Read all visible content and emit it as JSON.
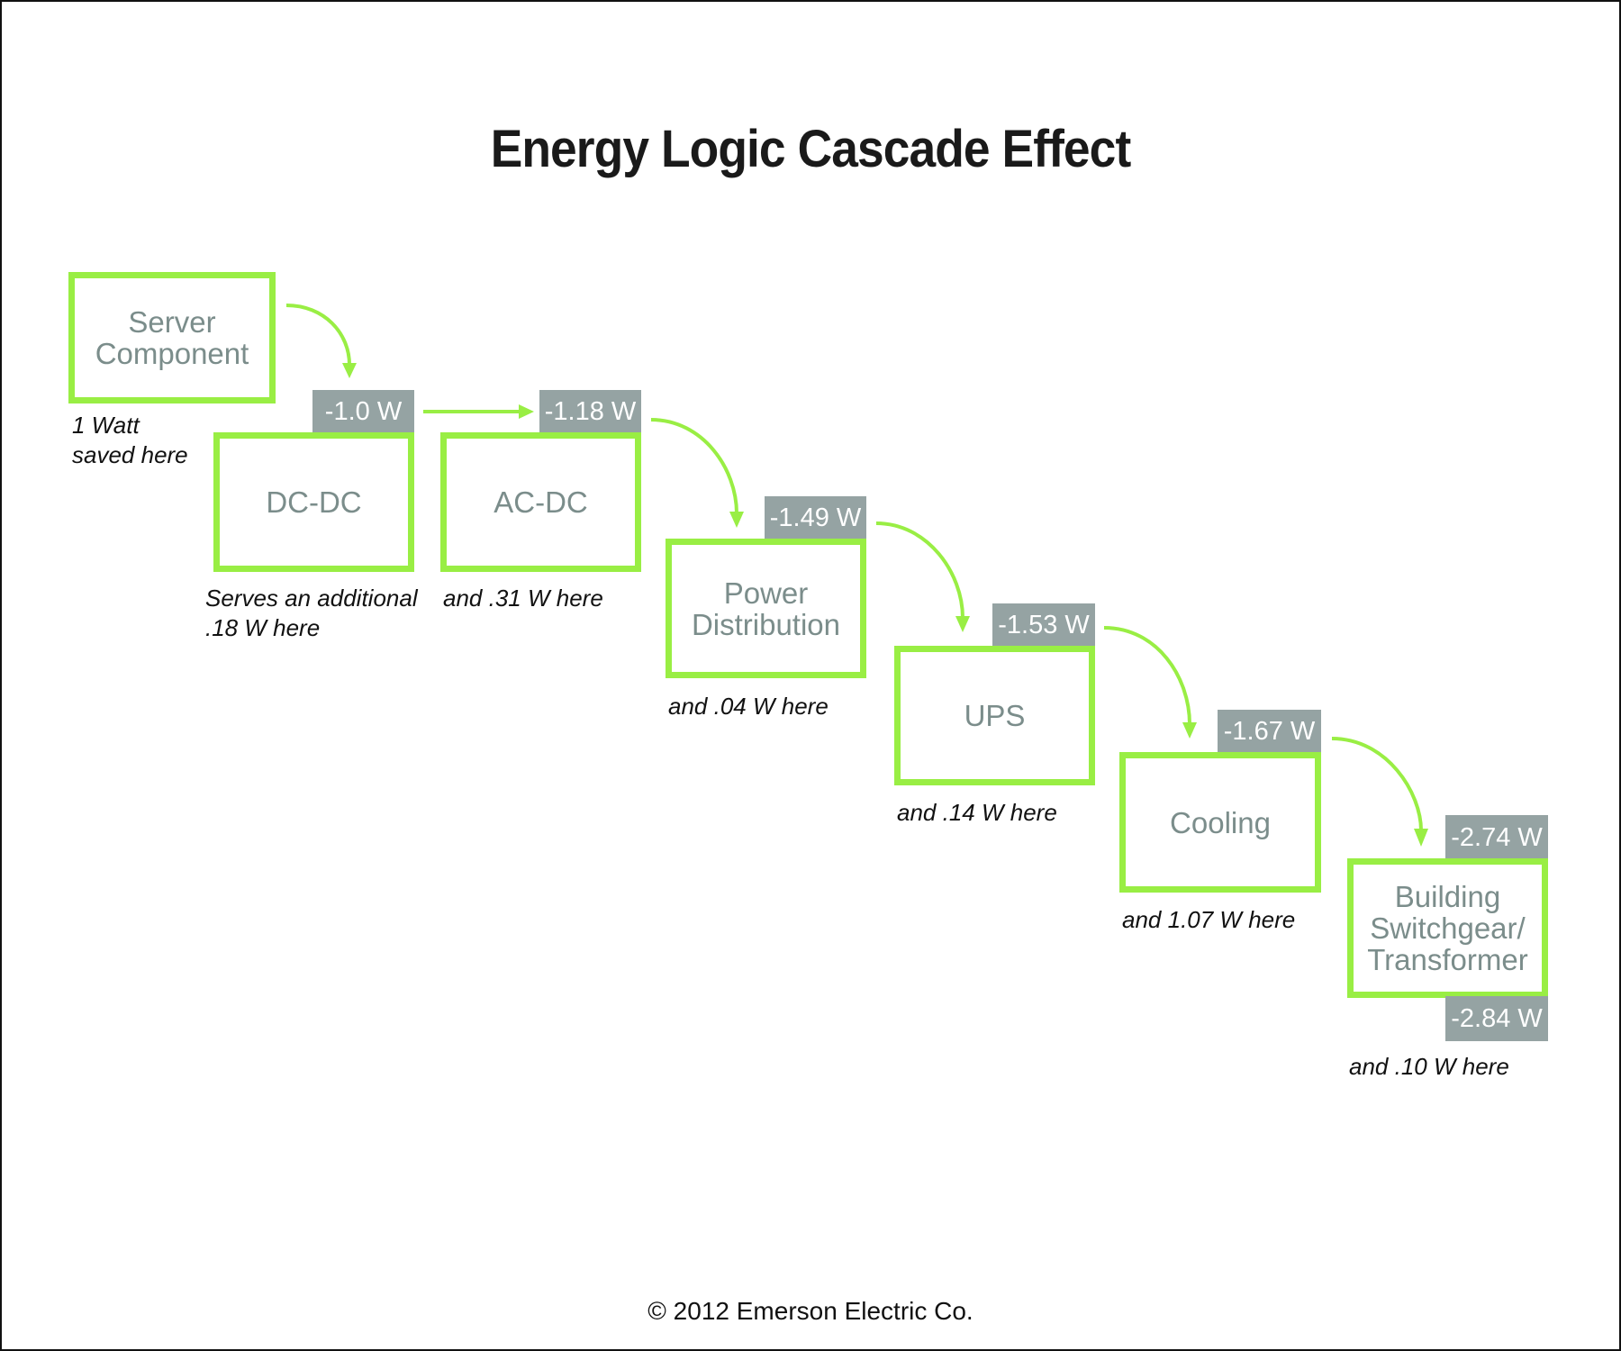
{
  "title": "Energy Logic Cascade Effect",
  "footer": "© 2012 Emerson Electric Co.",
  "colors": {
    "box_border": "#99ee44",
    "arrow": "#99ee44",
    "tag_bg": "#95a3a3",
    "tag_text": "#ffffff",
    "box_text": "#7b8d8b",
    "note_text": "#111111"
  },
  "stages": [
    {
      "id": "server-component",
      "label": "Server\nComponent",
      "note": "1 Watt\nsaved here",
      "tag_top": null,
      "tag_bottom": null
    },
    {
      "id": "dc-dc",
      "label": "DC-DC",
      "note": "Serves an additional\n.18 W here",
      "tag_top": "-1.0 W",
      "tag_bottom": null
    },
    {
      "id": "ac-dc",
      "label": "AC-DC",
      "note": "and .31 W here",
      "tag_top": "-1.18 W",
      "tag_bottom": null
    },
    {
      "id": "power-distribution",
      "label": "Power\nDistribution",
      "note": "and .04 W here",
      "tag_top": "-1.49 W",
      "tag_bottom": null
    },
    {
      "id": "ups",
      "label": "UPS",
      "note": "and .14 W here",
      "tag_top": "-1.53 W",
      "tag_bottom": null
    },
    {
      "id": "cooling",
      "label": "Cooling",
      "note": "and 1.07 W here",
      "tag_top": "-1.67 W",
      "tag_bottom": null
    },
    {
      "id": "building-switchgear-transformer",
      "label": "Building\nSwitchgear/\nTransformer",
      "note": "and .10 W here",
      "tag_top": "-2.74 W",
      "tag_bottom": "-2.84 W"
    }
  ]
}
